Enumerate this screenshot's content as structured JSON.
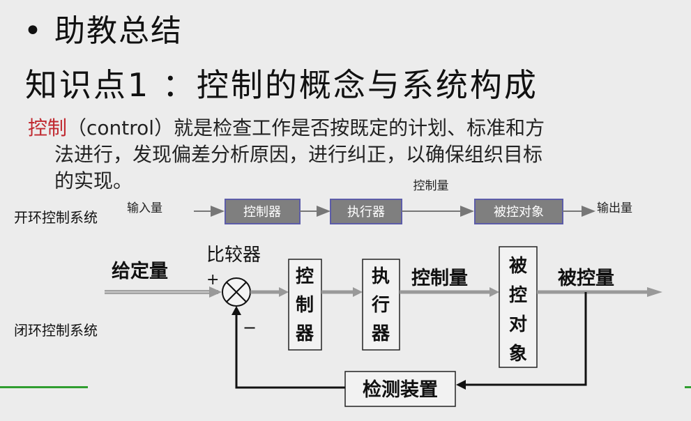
{
  "heading": "• 助教总结",
  "title": "知识点1 ：控制的概念与系统构成",
  "definition": {
    "term": "控制",
    "line1_rest": "（control）就是检查工作是否按既定的计划、标准和方",
    "line2": "法进行，发现偏差分析原因，进行纠正，以确保组织目标",
    "line3": "的实现。"
  },
  "open_loop": {
    "label": "开环控制系统",
    "input": "输入量",
    "controller": "控制器",
    "actuator": "执行器",
    "control_var": "控制量",
    "plant": "被控对象",
    "output": "输出量"
  },
  "closed_loop": {
    "label": "闭环控制系统",
    "setpoint": "给定量",
    "comparator": "比较器",
    "plus": "+",
    "minus": "−",
    "controller": [
      "控",
      "制",
      "器"
    ],
    "actuator": [
      "执",
      "行",
      "器"
    ],
    "control_var": "控制量",
    "plant": [
      "被",
      "控",
      "对",
      "象"
    ],
    "controlled_var": "被控量",
    "sensor": "检测装置"
  },
  "colors": {
    "accent_red": "#c0282f",
    "open_box_fill": "#7f7f7f",
    "open_box_border": "#5c5ca8",
    "rule_green": "#2f9e2f"
  }
}
